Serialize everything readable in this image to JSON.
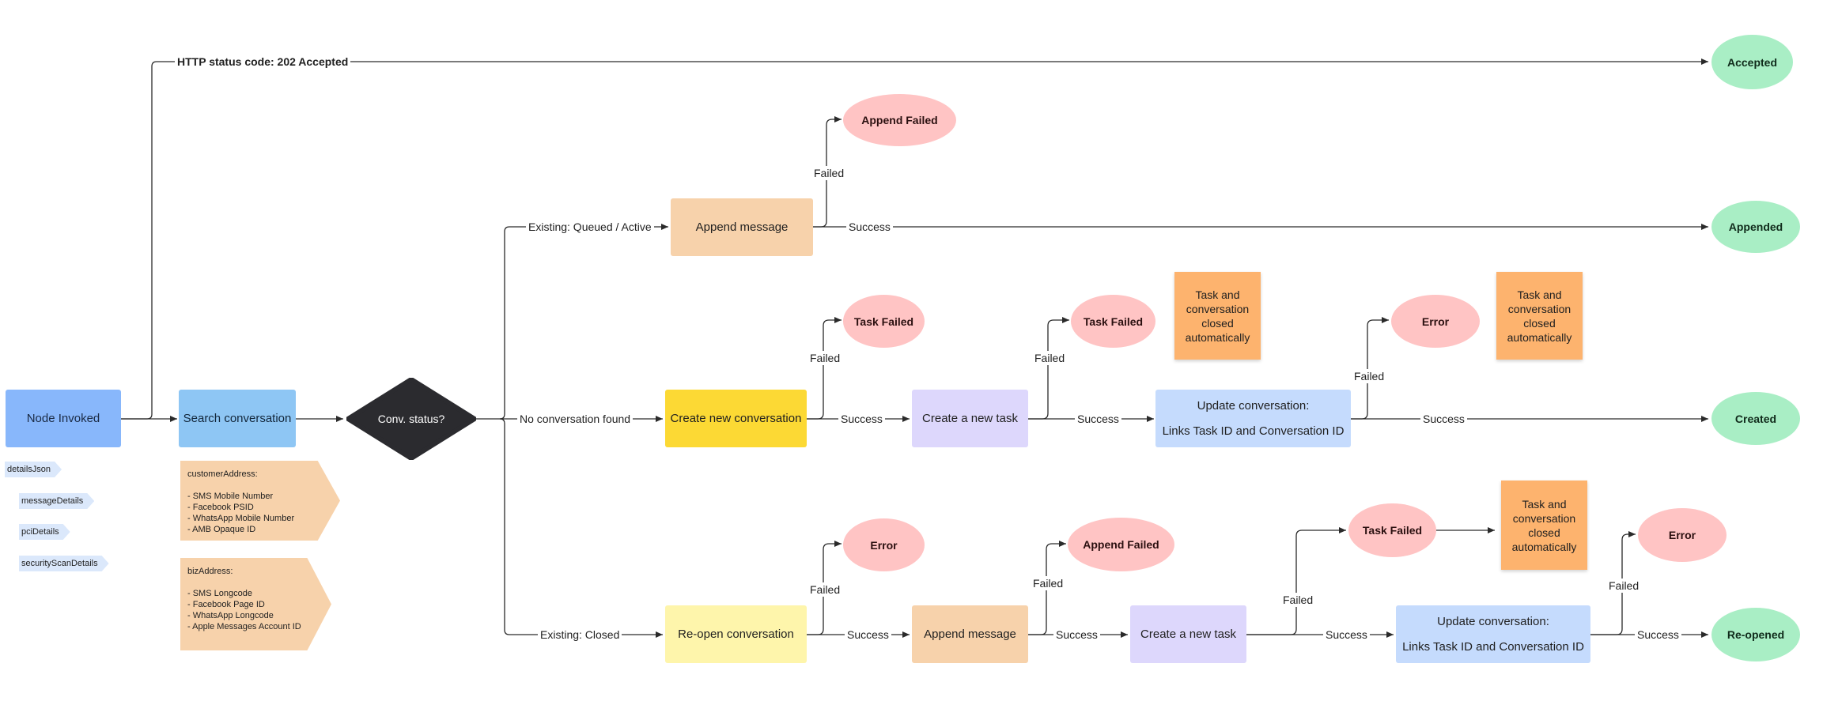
{
  "http_label": "HTTP status code: 202 Accepted",
  "nodes": {
    "node_invoked": "Node Invoked",
    "search_conversation": "Search conversation",
    "conv_status": "Conv. status?",
    "append_message_1": "Append message",
    "create_new_conversation": "Create new conversation",
    "create_task_1": "Create a new task",
    "update_conversation_1_line1": "Update conversation:",
    "update_conversation_1_line2": "Links Task ID and Conversation ID",
    "reopen_conversation": "Re-open conversation",
    "append_message_2": "Append message",
    "create_task_2": "Create a new task",
    "update_conversation_2_line1": "Update conversation:",
    "update_conversation_2_line2": "Links Task ID and Conversation ID"
  },
  "outcomes": {
    "accepted": "Accepted",
    "appended": "Appended",
    "created": "Created",
    "reopened": "Re-opened",
    "append_failed_1": "Append Failed",
    "task_failed_1": "Task Failed",
    "task_failed_2": "Task Failed",
    "error_1": "Error",
    "error_2": "Error",
    "append_failed_2": "Append Failed",
    "task_failed_3": "Task Failed",
    "error_3": "Error"
  },
  "stickies": {
    "closed_1": "Task and conversation closed automatically",
    "closed_2": "Task and conversation closed automatically",
    "closed_3": "Task and conversation closed automatically"
  },
  "branch_labels": {
    "existing_queued": "Existing: Queued / Active",
    "no_conversation": "No conversation found",
    "existing_closed": "Existing: Closed",
    "failed": "Failed",
    "success": "Success"
  },
  "tags": [
    "detailsJson",
    "messageDetails",
    "pciDetails",
    "securityScanDetails"
  ],
  "customer_address": "customerAddress:\n\n- SMS Mobile Number\n- Facebook PSID\n- WhatsApp Mobile Number\n- AMB Opaque ID",
  "biz_address": "bizAddress:\n\n- SMS Longcode\n- Facebook Page ID\n- WhatsApp Longcode\n- Apple Messages Account ID",
  "colors": {
    "node_invoked": "#88b7fb",
    "search": "#8ec6f4",
    "diamond": "#2b2b2f",
    "append": "#f7d2ab",
    "create_conv": "#fcd934",
    "task": "#ddd7fc",
    "update": "#c5dbfd",
    "reopen": "#fef5ab",
    "ok": "#a9eec5",
    "fail": "#ffc4c4",
    "sticky": "#fdb36e"
  }
}
